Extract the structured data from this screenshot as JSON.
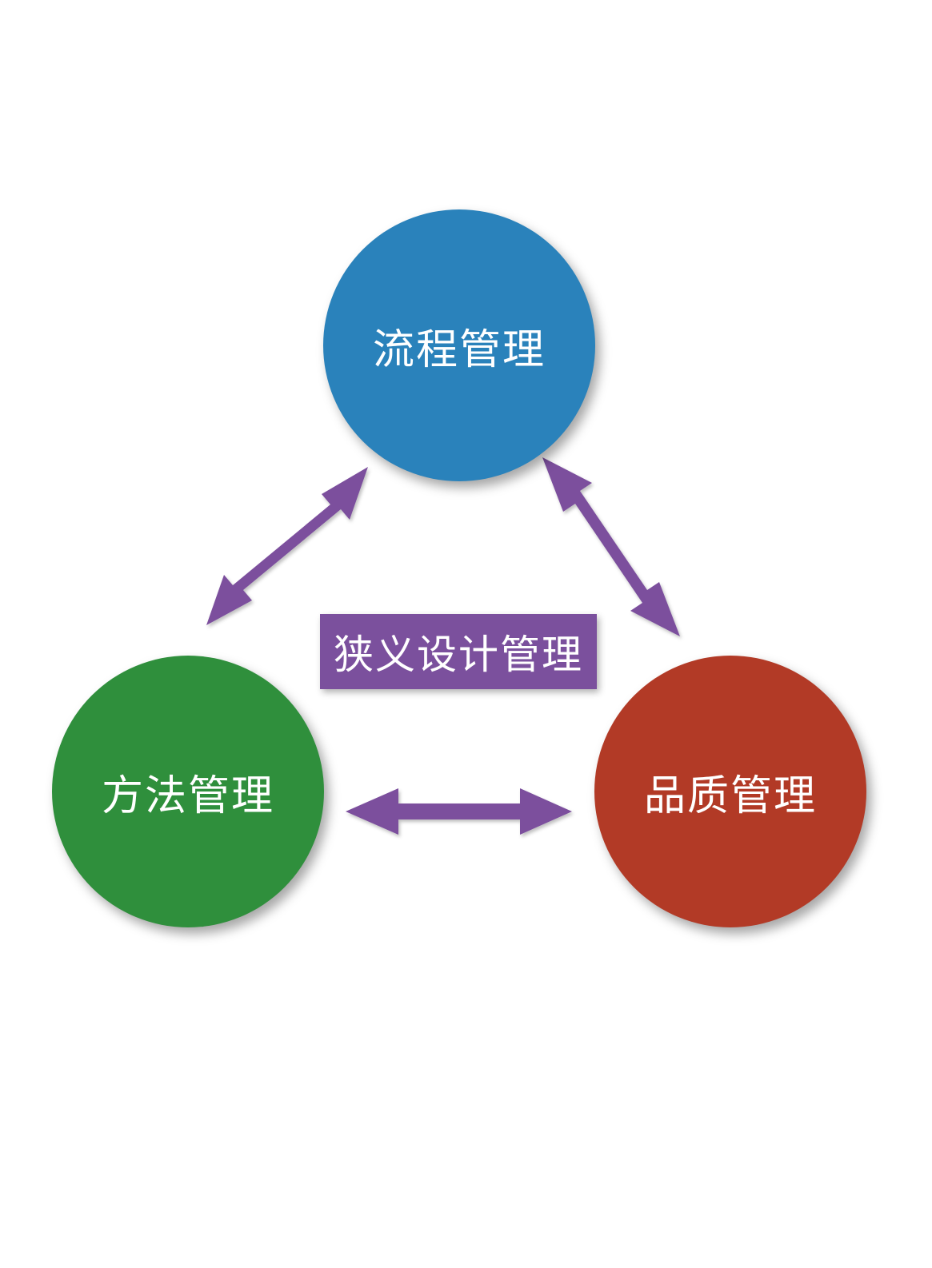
{
  "diagram": {
    "nodes": {
      "top": {
        "label": "流程管理",
        "color": "#2a82bb"
      },
      "left": {
        "label": "方法管理",
        "color": "#2f8f3c"
      },
      "right": {
        "label": "品质管理",
        "color": "#b23a26"
      }
    },
    "center": {
      "label": "狭义设计管理",
      "color": "#7b509d"
    },
    "arrow_color": "#7b509d"
  }
}
